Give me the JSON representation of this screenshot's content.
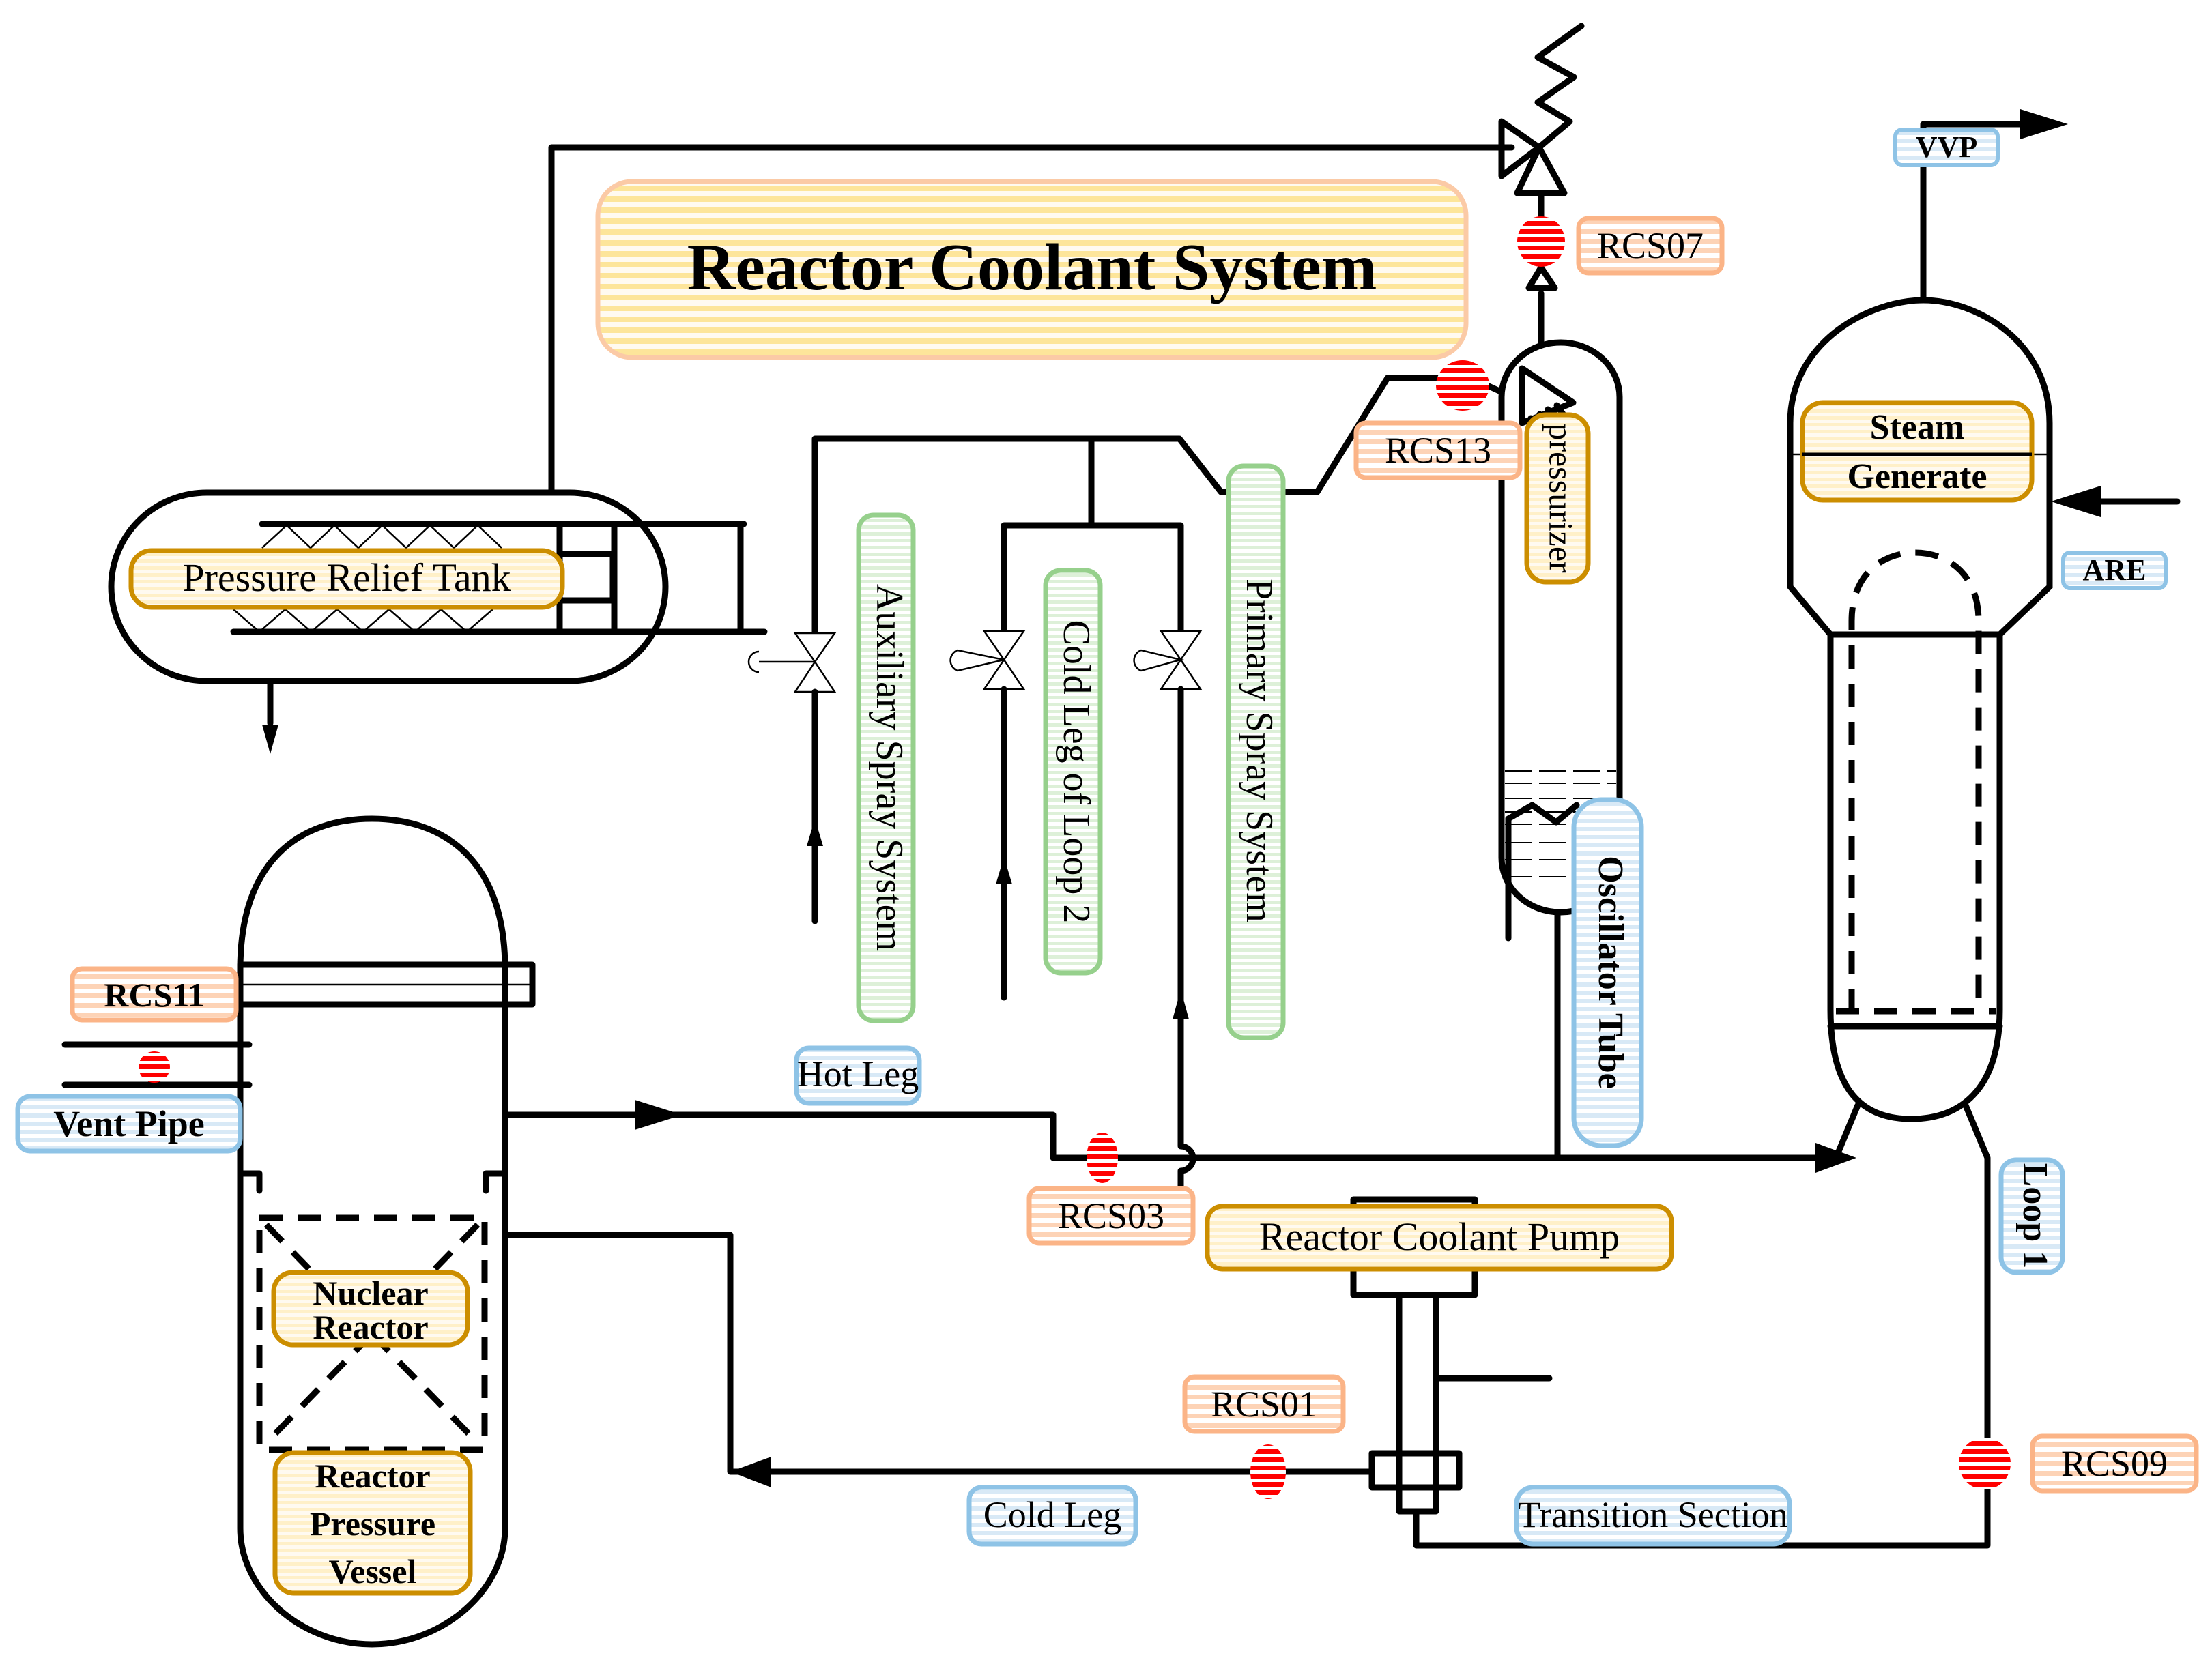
{
  "title": "Reactor Coolant System",
  "colors": {
    "title_fill": "#fde8a8",
    "title_stripe": "#fde59a",
    "title_border": "#fbcaa6",
    "component_border": "#cc8e00",
    "component_fill": "#fff3d2",
    "pipe_label_border": "#8ec3e6",
    "pipe_label_fill": "#dcebf7",
    "spray_label_border": "#96d08c",
    "spray_label_fill": "#e3f2de",
    "sensor_label_border": "#fbb487",
    "sensor_label_fill": "#fdd6bd",
    "sensor_dot": "#ff0000"
  },
  "components": {
    "pressure_relief_tank": "Pressure Relief Tank",
    "steam_generate_line1": "Steam",
    "steam_generate_line2": "Generate",
    "pressurizer": "pressurizer",
    "nuclear_reactor_line1": "Nuclear",
    "nuclear_reactor_line2": "Reactor",
    "reactor_pressure_vessel_line1": "Reactor",
    "reactor_pressure_vessel_line2": "Pressure",
    "reactor_pressure_vessel_line3": "Vessel",
    "reactor_coolant_pump": "Reactor Coolant Pump"
  },
  "spray_labels": {
    "auxiliary_spray": "Auxiliary Spray System",
    "cold_leg_loop2": "Cold Leg of Loop 2",
    "primary_spray": "Primary Spray System"
  },
  "pipe_labels": {
    "vvp": "VVP",
    "are": "ARE",
    "oscillator_tube": "Oscillator Tube",
    "hot_leg": "Hot Leg",
    "vent_pipe": "Vent Pipe",
    "cold_leg": "Cold Leg",
    "transition_section": "Transition Section",
    "loop1": "Loop 1"
  },
  "sensors": {
    "rcs01": "RCS01",
    "rcs03": "RCS03",
    "rcs07": "RCS07",
    "rcs09": "RCS09",
    "rcs11": "RCS11",
    "rcs13": "RCS13"
  }
}
